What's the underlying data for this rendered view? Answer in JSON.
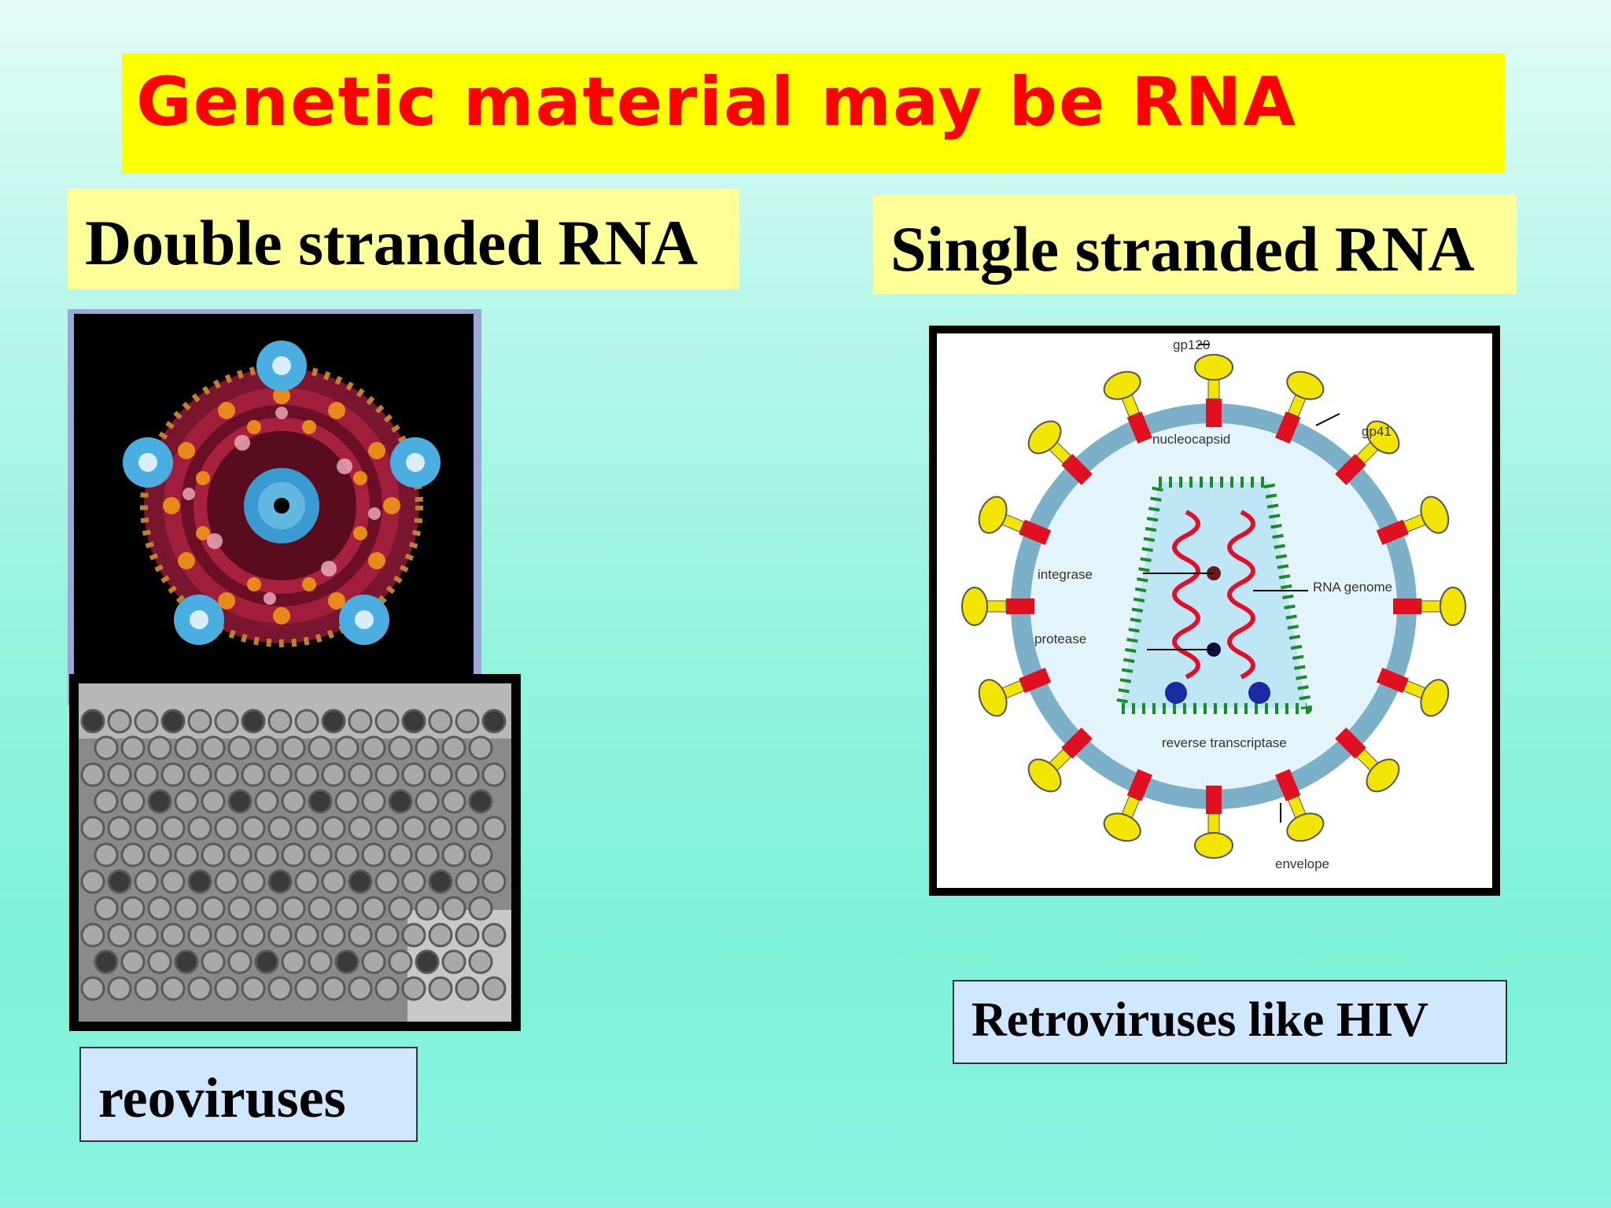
{
  "title": "Genetic material may be RNA",
  "left": {
    "heading": "Double stranded RNA",
    "caption": "reoviruses"
  },
  "right": {
    "heading": "Single stranded RNA",
    "caption": "Retroviruses like HIV",
    "diagram_labels": {
      "gp120": "gp120",
      "gp41": "gp41",
      "nucleocapsid": "nucleocapsid",
      "integrase": "integrase",
      "rna_genome": "RNA genome",
      "protease": "protease",
      "reverse_transcriptase": "reverse transcriptase",
      "envelope": "envelope"
    }
  },
  "colors": {
    "title_bg": "#ffff00",
    "title_text": "#ff0000",
    "heading_bg": "#ffff99",
    "caption_bg": "#cfe8ff"
  }
}
